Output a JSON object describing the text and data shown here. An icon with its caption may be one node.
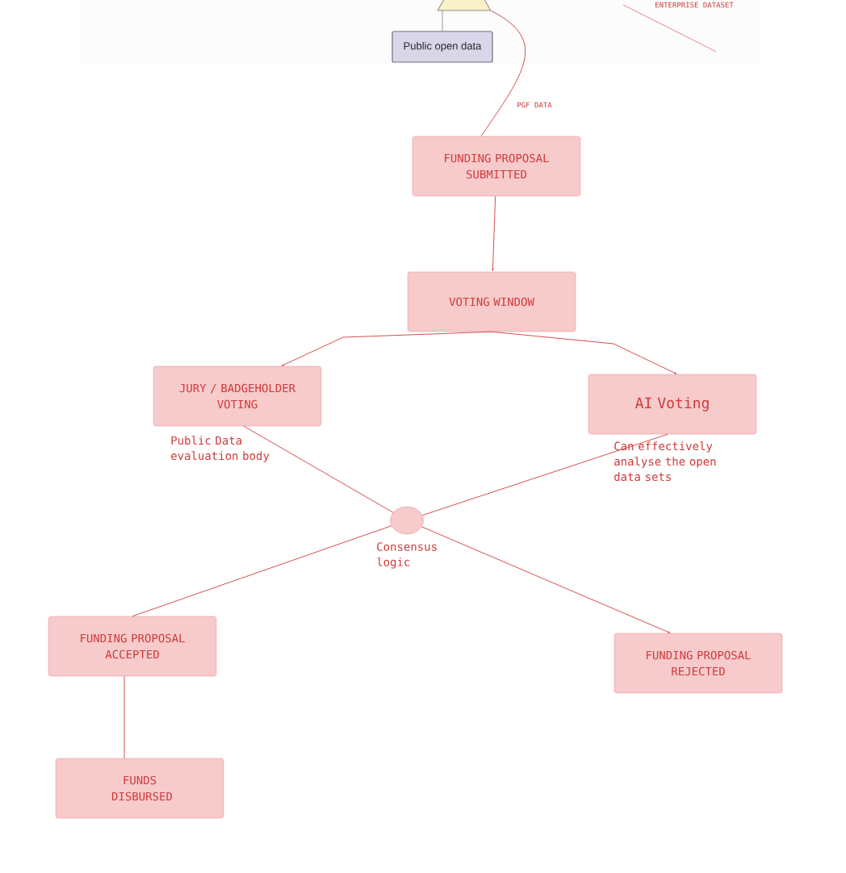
{
  "diagram": {
    "nodes": [
      {
        "text": [],
        "shape": "triangle"
      },
      {
        "text": [
          "Public open data"
        ]
      },
      {
        "text": [
          "FUNDING PROPOSAL SUBMITTED"
        ]
      },
      {
        "text": [
          "VOTING WINDOW"
        ]
      },
      {
        "text": [
          "JURY / BADGEHOLDER VOTING"
        ],
        "beside": [
          "Public Data evaluation body"
        ]
      },
      {
        "text": [
          "AI Voting"
        ],
        "beside": [
          "Can effectively analyse the open data sets"
        ]
      },
      {
        "text": [],
        "shape": "circle",
        "beside": [
          "Consensus logic"
        ]
      },
      {
        "text": [
          "FUNDING PROPOSAL ACCEPTED"
        ]
      },
      {
        "text": [
          "FUNDING PROPOSAL REJECTED"
        ]
      },
      {
        "text": [
          "FUNDS DISBURSED"
        ]
      }
    ],
    "edges": [
      {
        "from": 0,
        "to": 1,
        "arrow": "none",
        "color": "#8a8a8a"
      },
      {
        "from": 0,
        "to": 2,
        "arrow": "none",
        "label": "PGF DATA"
      },
      {
        "from": 2,
        "to": 3,
        "arrow": "to"
      },
      {
        "from": 3,
        "to": 4,
        "arrow": "to"
      },
      {
        "from": 3,
        "to": 5,
        "arrow": "to"
      },
      {
        "from": 4,
        "to": 6,
        "arrow": "none"
      },
      {
        "from": 5,
        "to": 6,
        "arrow": "none"
      },
      {
        "from": 6,
        "to": 7,
        "arrow": "none"
      },
      {
        "from": 6,
        "to": 8,
        "arrow": "to"
      },
      {
        "from": 7,
        "to": 9,
        "arrow": "none"
      }
    ],
    "labels": [
      "ENTERPRISE DATASET"
    ]
  }
}
